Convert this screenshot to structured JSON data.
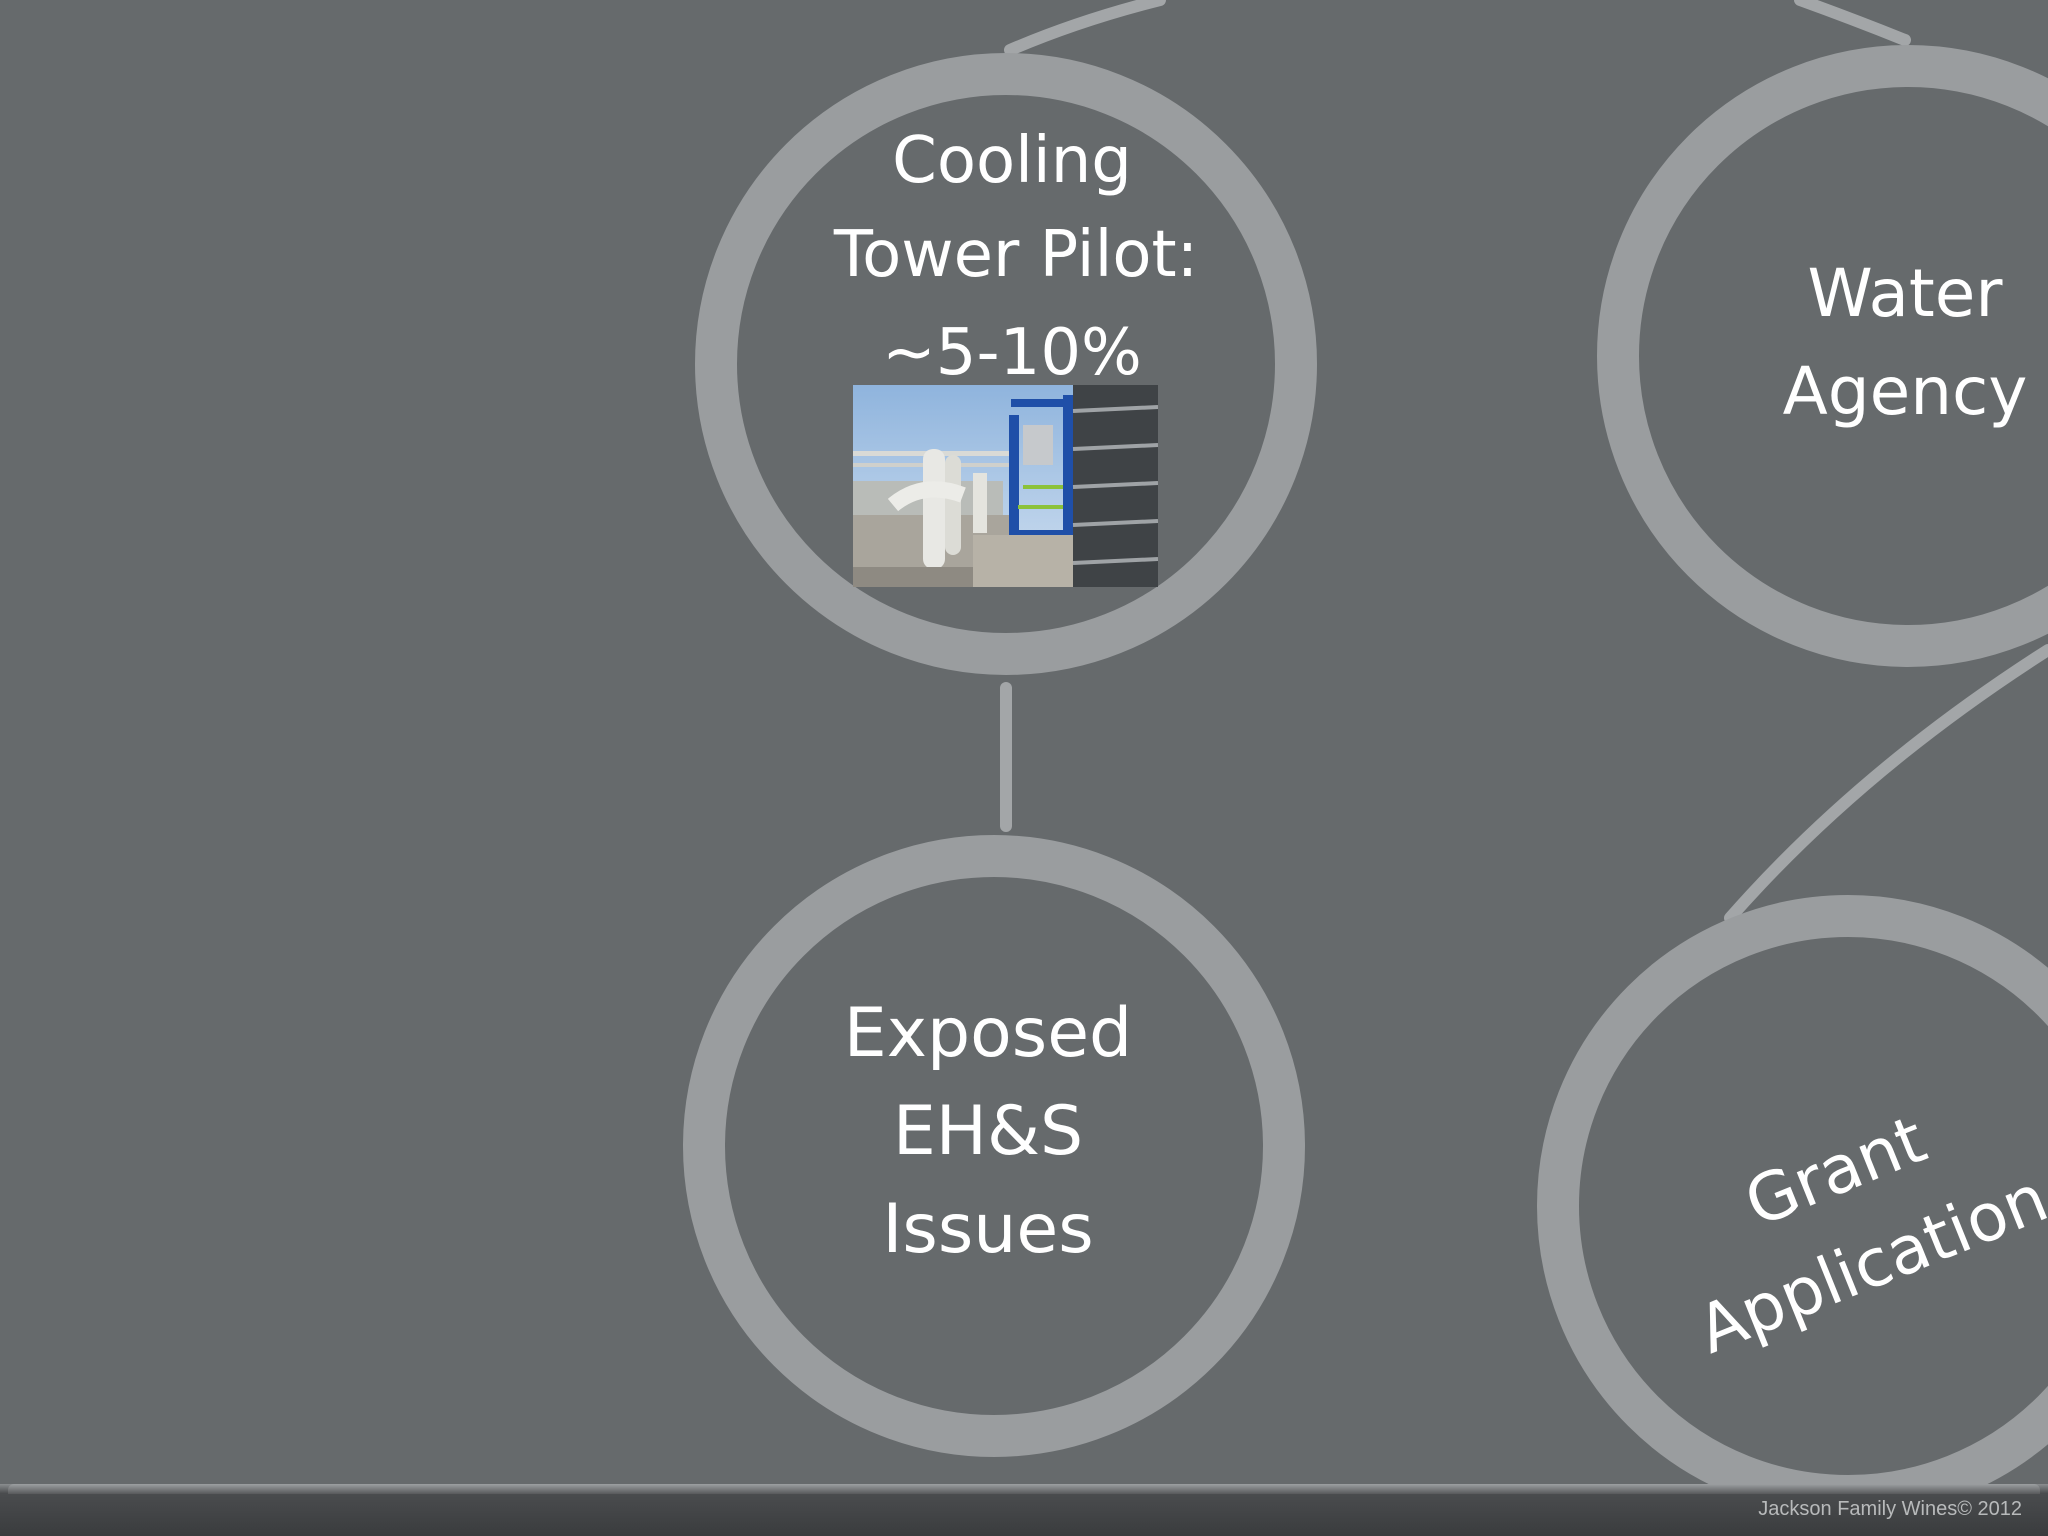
{
  "nodes": {
    "cooling_tower": {
      "lines": [
        "Cooling",
        "Tower Pilot:",
        "~5-10%"
      ]
    },
    "water_agency": {
      "lines": [
        "Water",
        "Agency"
      ]
    },
    "ehs_issues": {
      "lines": [
        "Exposed",
        "EH&S",
        "Issues"
      ]
    },
    "grant_application": {
      "lines": [
        "Grant",
        "Application"
      ]
    }
  },
  "footer": {
    "copyright": "Jackson Family Wines© 2012"
  },
  "colors": {
    "background": "#666a6c",
    "ring": "#9a9d9f",
    "connector": "#a3a6a8",
    "text": "#ffffff"
  }
}
